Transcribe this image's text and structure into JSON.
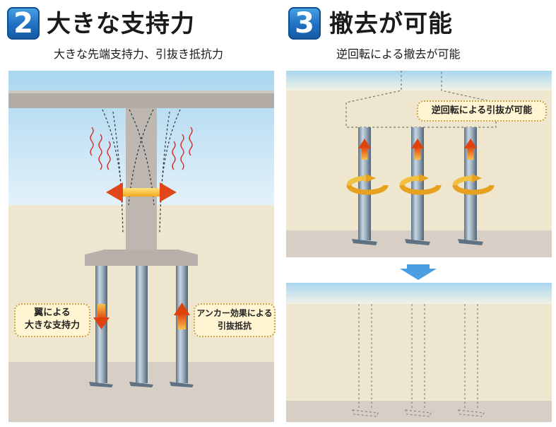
{
  "section2": {
    "number": "2",
    "title": "大きな支持力",
    "subtitle": "大きな先端支持力、引抜き抵抗力",
    "callout_left_line1": "翼による",
    "callout_left_line2": "大きな支持力",
    "callout_right_line1": "アンカー効果による",
    "callout_right_line2": "引抜抵抗"
  },
  "section3": {
    "number": "3",
    "title": "撤去が可能",
    "subtitle": "逆回転による撤去が可能",
    "callout": "逆回転による引抜が可能"
  },
  "colors": {
    "sky": "#cfe8f6",
    "soil": "#efe6cf",
    "deep_soil": "#d7cfc6",
    "concrete": "#bdb6b1",
    "pile": "#8fa3b5",
    "arrow_orange": "#f08a1c",
    "badge_blue": "#1f6fc2"
  }
}
